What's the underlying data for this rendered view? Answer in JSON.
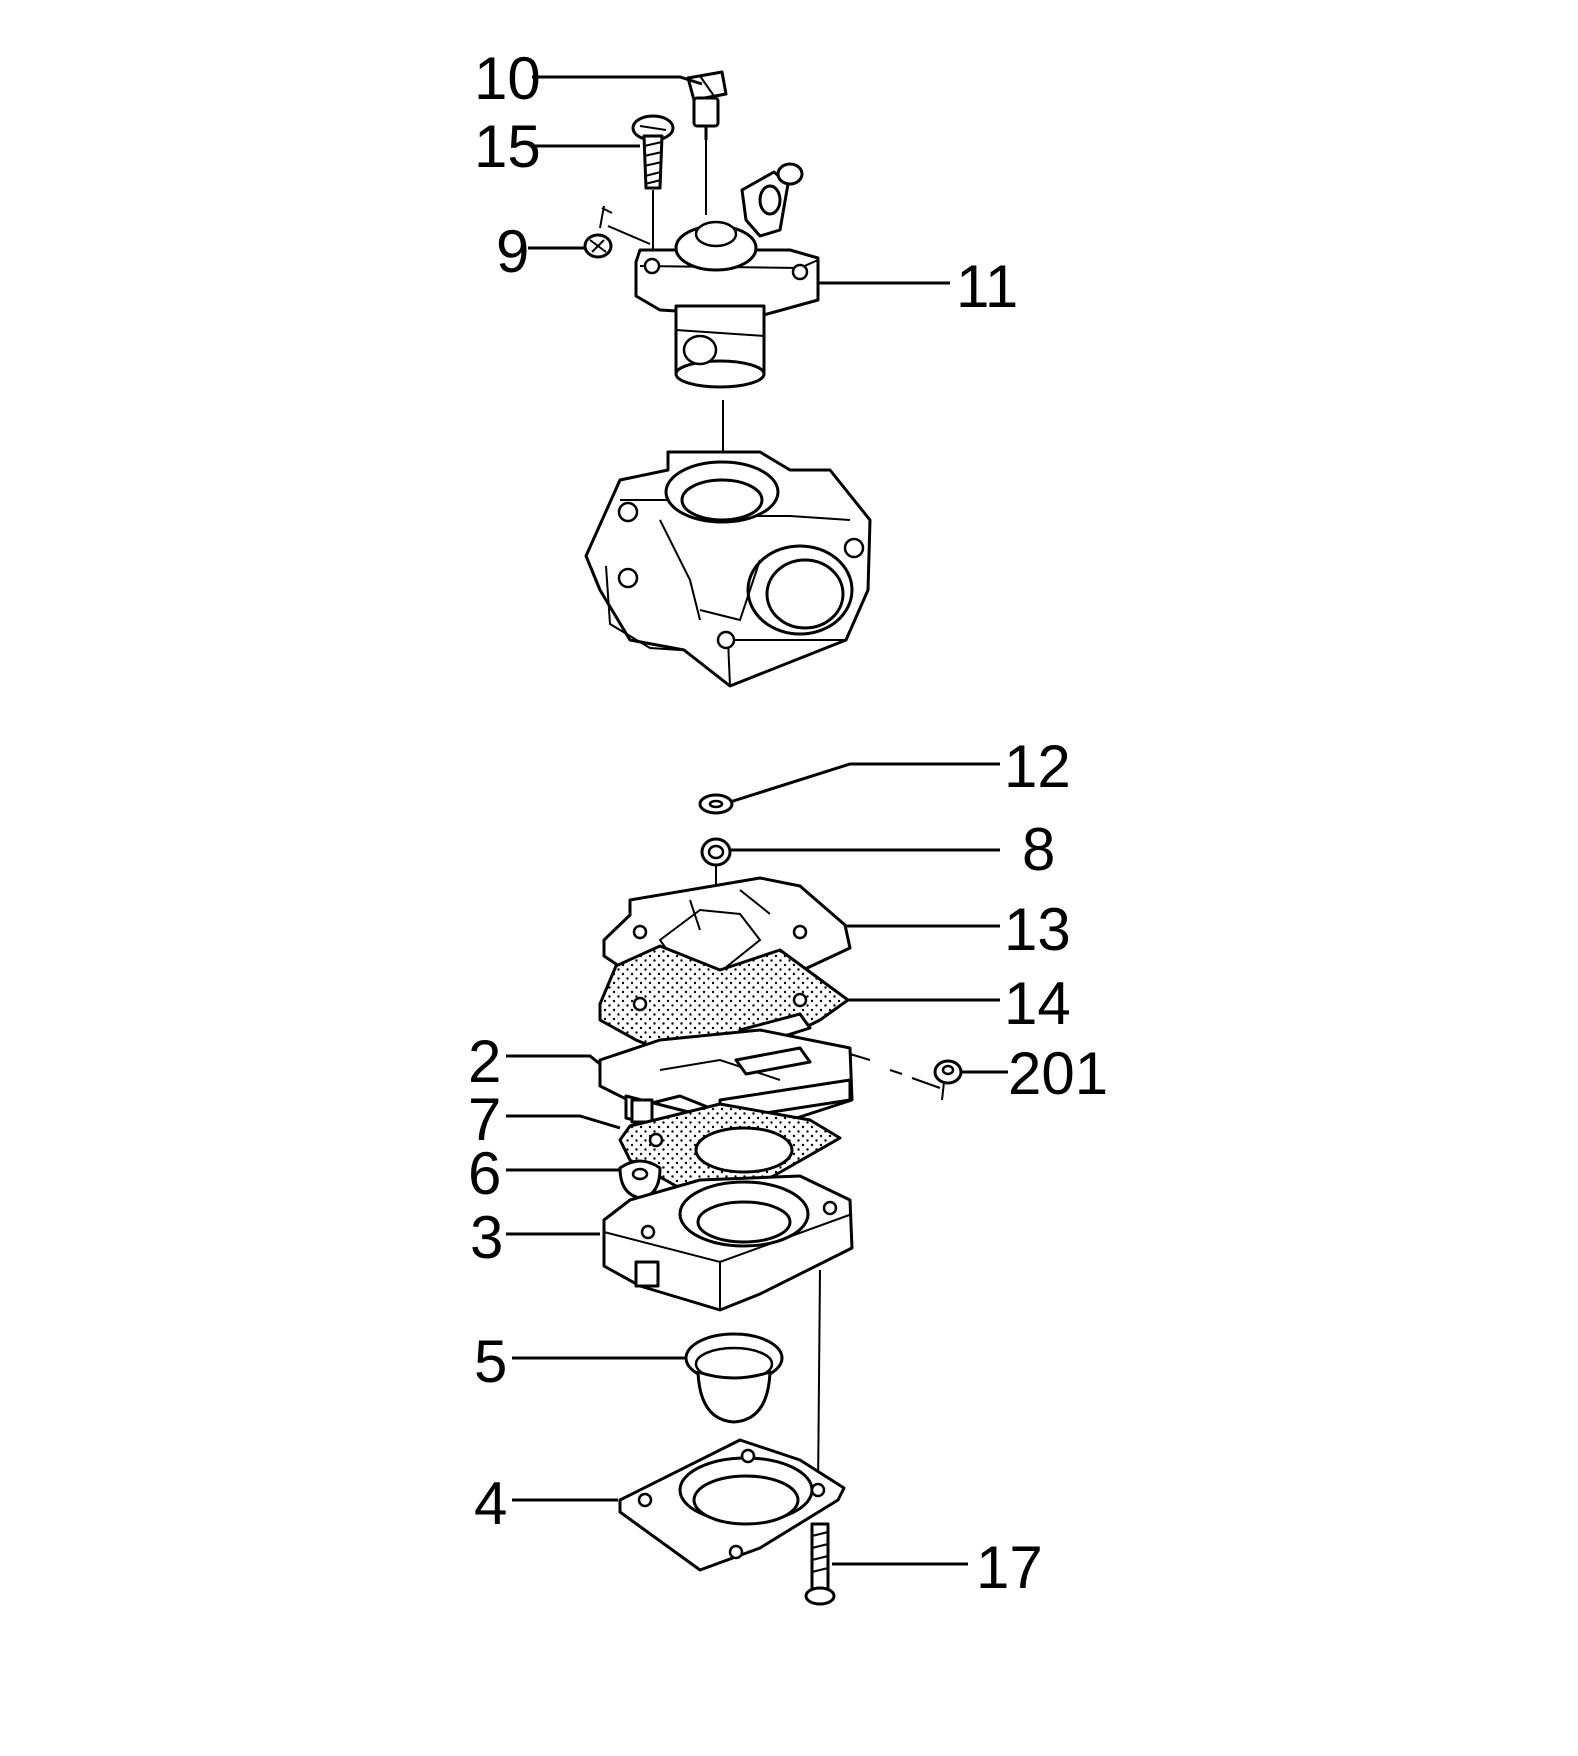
{
  "diagram": {
    "part_numbers": {
      "p10": "10",
      "p15": "15",
      "p9": "9",
      "p11": "11",
      "p12": "12",
      "p8": "8",
      "p13": "13",
      "p14": "14",
      "p2": "2",
      "p201": "201",
      "p7": "7",
      "p6": "6",
      "p3": "3",
      "p5": "5",
      "p4": "4",
      "p17": "17"
    },
    "colors": {
      "ink": "#000000",
      "paper": "#ffffff"
    }
  }
}
